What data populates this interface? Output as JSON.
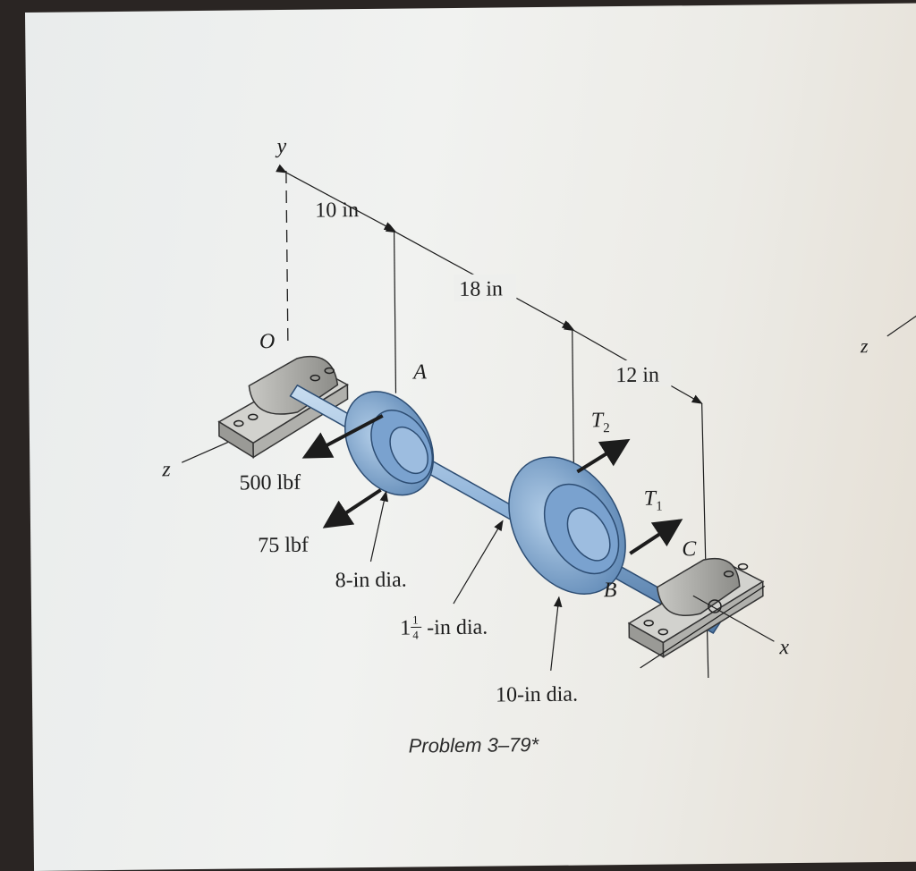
{
  "figure": {
    "caption": "Problem 3–79*",
    "axes": {
      "y": "y",
      "z_left": "z",
      "z_right": "z",
      "x": "x",
      "origin": "O"
    },
    "points": {
      "A": "A",
      "B": "B",
      "C": "C"
    },
    "dimensions": {
      "d1": "10 in",
      "d2": "18 in",
      "d3": "12 in"
    },
    "forces": {
      "f1": "500 lbf",
      "f2": "75 lbf",
      "T2": "T",
      "T2_sub": "2",
      "T1": "T",
      "T1_sub": "1"
    },
    "diameters": {
      "pulley_A": "8-in dia.",
      "shaft_whole": "1",
      "shaft_num": "1",
      "shaft_den": "4",
      "shaft_rest": "-in dia.",
      "pulley_B": "10-in dia."
    }
  },
  "colors": {
    "shaft": "#8fb3d9",
    "pulley": "#7fa6d2",
    "bearing": "#a9a9a6",
    "ink": "#1c1c1c"
  }
}
